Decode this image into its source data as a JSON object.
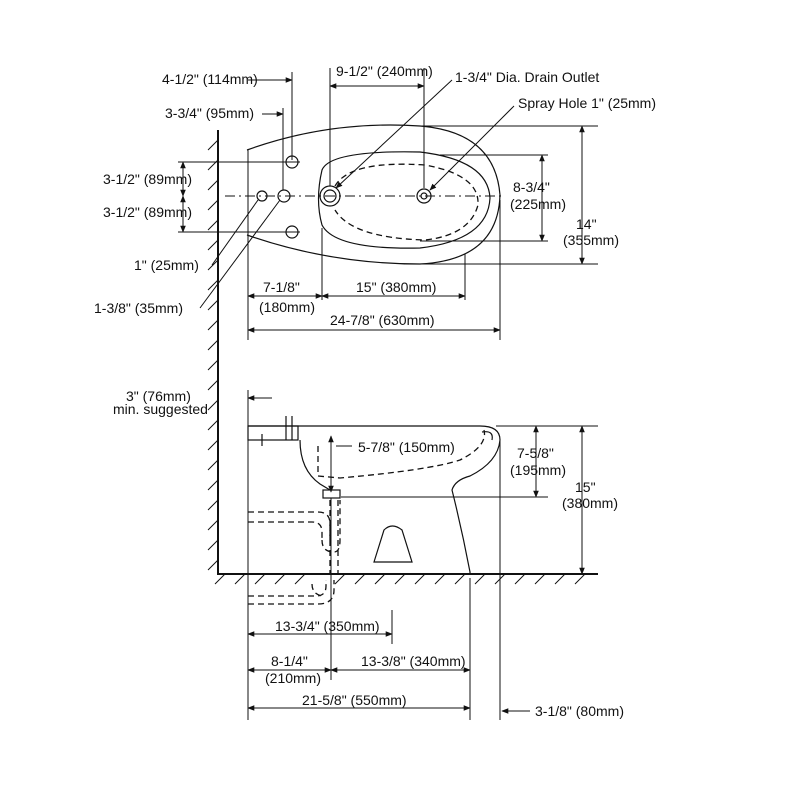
{
  "top_view": {
    "dim_114": "4-1/2\" (114mm)",
    "dim_95": "3-3/4\" (95mm)",
    "dim_89_a": "3-1/2\" (89mm)",
    "dim_89_b": "3-1/2\" (89mm)",
    "dim_25": "1\" (25mm)",
    "dim_35": "1-3/8\" (35mm)",
    "dim_240": "9-1/2\" (240mm)",
    "drain_outlet": "1-3/4\" Dia. Drain Outlet",
    "spray_hole": "Spray Hole 1\" (25mm)",
    "dim_225_a": "8-3/4\"",
    "dim_225_b": "(225mm)",
    "dim_355_a": "14\"",
    "dim_355_b": "(355mm)",
    "dim_180_a": "7-1/8\"",
    "dim_180_b": "(180mm)",
    "dim_380": "15\" (380mm)",
    "dim_630": "24-7/8\" (630mm)"
  },
  "side_view": {
    "dim_76": "3\" (76mm)",
    "min_suggested": "min. suggested",
    "dim_150": "5-7/8\" (150mm)",
    "dim_195_a": "7-5/8\"",
    "dim_195_b": "(195mm)",
    "dim_380_a": "15\"",
    "dim_380_b": "(380mm)",
    "dim_350": "13-3/4\" (350mm)",
    "dim_210_a": "8-1/4\"",
    "dim_210_b": "(210mm)",
    "dim_340": "13-3/8\" (340mm)",
    "dim_550": "21-5/8\" (550mm)",
    "dim_80": "3-1/8\" (80mm)"
  }
}
